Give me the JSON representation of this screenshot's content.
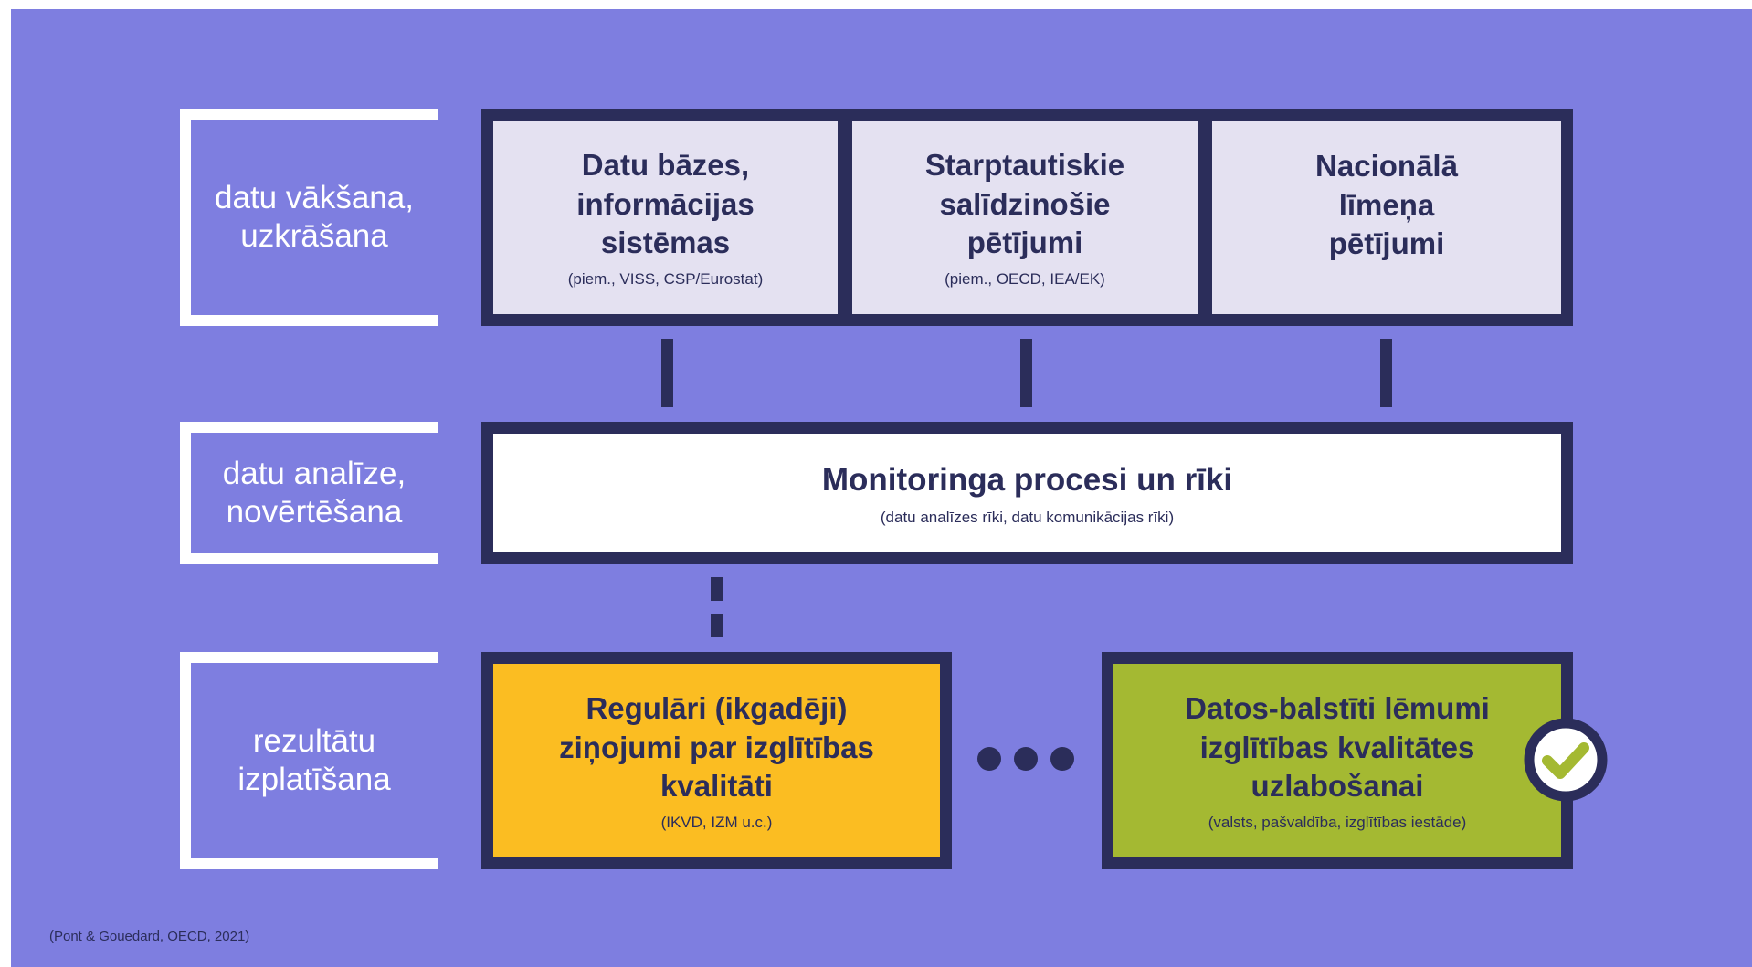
{
  "rows": [
    {
      "label_line1": "datu vākšana,",
      "label_line2": "uzkrāšana"
    },
    {
      "label_line1": "datu analīze,",
      "label_line2": "novērtēšana"
    },
    {
      "label_line1": "rezultātu",
      "label_line2": "izplatīšana"
    }
  ],
  "sources": [
    {
      "title": "Datu bāzes,\ninformācijas\nsistēmas",
      "sub": "(piem., VISS,  CSP/Eurostat)"
    },
    {
      "title": "Starptautiskie\nsalīdzinošie\npētījumi",
      "sub": "(piem., OECD,  IEA/EK)"
    },
    {
      "title": "Nacionālā\nlīmeņa\npētījumi",
      "sub": ""
    }
  ],
  "monitoring": {
    "title": "Monitoringa procesi un rīki",
    "sub": "(datu analīzes rīki, datu komunikācijas rīki)"
  },
  "outputs": [
    {
      "title": "Regulāri (ikgadēji)\nziņojumi par izglītības\nkvalitāti",
      "sub": "(IKVD, IZM u.c.)"
    },
    {
      "title": "Datos-balstīti lēmumi\nizglītības kvalitātes\nuzlabošanai",
      "sub": "(valsts, pašvaldība, izglītības iestāde)"
    }
  ],
  "icons": {
    "check": "check-circle-icon",
    "ellipsis": "ellipsis-dots-icon"
  },
  "citation": "(Pont & Gouedard, OECD, 2021)",
  "colors": {
    "background": "#7e7ee0",
    "border": "#2b2d5a",
    "source_fill": "#e4e1f1",
    "report_fill": "#fbbd22",
    "decision_fill": "#a4b932"
  }
}
